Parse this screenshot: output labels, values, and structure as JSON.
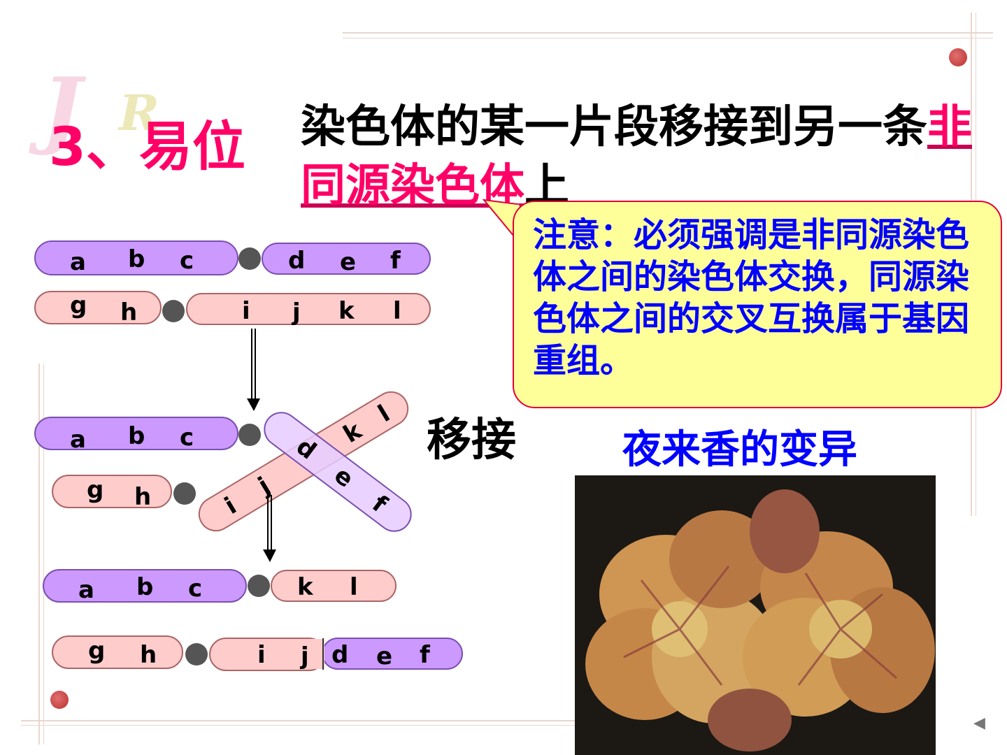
{
  "slide": {
    "number_label": "3、易位",
    "definition": {
      "part1": "染色体的某一片段移接到另一条",
      "highlight": "非同源染色体",
      "part2": "上"
    },
    "callout_text": "注意：必须强调是非同源染色体之间的染色体交换，同源染色体之间的交叉互换属于基因重组。",
    "transposition_label": "移接",
    "flower_caption": "夜来香的变异",
    "nav_icon": "triangle-left-icon"
  },
  "diagram": {
    "stage1": {
      "chrom_a_left": [
        "a",
        "b",
        "c"
      ],
      "chrom_a_right": [
        "d",
        "e",
        "f"
      ],
      "chrom_b_left": [
        "g",
        "h"
      ],
      "chrom_b_right": [
        "i",
        "j",
        "k",
        "l"
      ]
    },
    "stage2": {
      "chrom_a_left": [
        "a",
        "b",
        "c"
      ],
      "crossing_arm_1": [
        "i",
        "j",
        "k",
        "l"
      ],
      "crossing_arm_2": [
        "d",
        "e",
        "f"
      ],
      "chrom_b_left": [
        "g",
        "h"
      ]
    },
    "stage3": {
      "chrom_a_left": [
        "a",
        "b",
        "c"
      ],
      "chrom_a_right": [
        "k",
        "l"
      ],
      "chrom_b_left": [
        "g",
        "h"
      ],
      "chrom_b_right_1": [
        "i",
        "j"
      ],
      "chrom_b_right_2": [
        "d",
        "e",
        "f"
      ]
    },
    "colors": {
      "purple": "#cc99ff",
      "pink": "#ffcccc",
      "light_purple": "#e6ccff",
      "centromere": "#555555",
      "title_pink": "#ff0066",
      "callout_blue": "#0000ff",
      "callout_bg": "#ffff99"
    }
  }
}
